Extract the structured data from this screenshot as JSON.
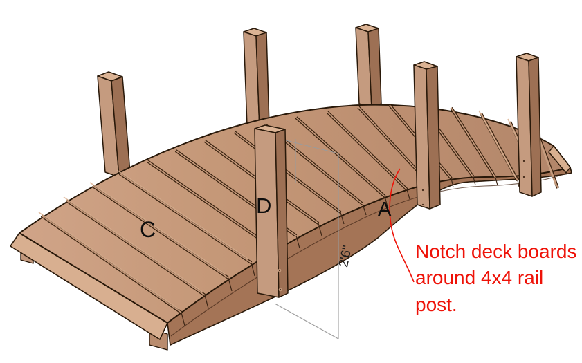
{
  "background_color": "#ffffff",
  "labels": {
    "a": "A",
    "c": "C",
    "d": "D",
    "color": "#0d0d0d"
  },
  "dimension": {
    "text": "2'6\"",
    "text_color": "#1c1c1c",
    "line_color": "#9b9b9b"
  },
  "annotation": {
    "line1": "Notch deck boards",
    "line2": "around 4x4 rail",
    "line3": "post.",
    "color": "#ee1208"
  },
  "drawing": {
    "subject": "arched wooden garden bridge sketch",
    "rail_posts": 6,
    "deck_boards": 19,
    "colors": {
      "board_top": "#c59878",
      "board_under": "#a47456",
      "post_light": "#c59b7f",
      "post_dark": "#9d7054",
      "post_top": "#dbb394",
      "bevel_light": "#d8af90",
      "seam_dark": "#38220f",
      "outline": "#281809"
    }
  }
}
